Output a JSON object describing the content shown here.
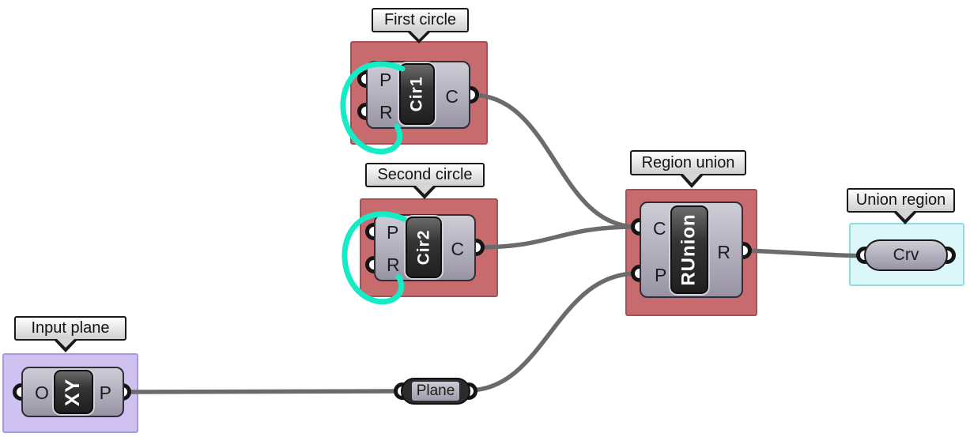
{
  "app": "grasshopper-canvas",
  "colors": {
    "canvas_bg": "#ffffff",
    "group_red": "#c76b6f",
    "group_red_border": "#a85054",
    "group_purple": "#cfc2f0",
    "group_purple_border": "#aa98dd",
    "group_cyan": "#dbf7f9",
    "group_cyan_border": "#8fdce0",
    "wire": "#6b6b6b",
    "annotation": "#14ecc6"
  },
  "bubbles": {
    "first_circle": "First circle",
    "second_circle": "Second circle",
    "region_union": "Region union",
    "union_region": "Union region",
    "input_plane": "Input plane"
  },
  "nodes": {
    "first_circle": {
      "icon": "Cir1",
      "inputs": [
        "P",
        "R"
      ],
      "outputs": [
        "C"
      ]
    },
    "second_circle": {
      "icon": "Cir2",
      "inputs": [
        "P",
        "R"
      ],
      "outputs": [
        "C"
      ]
    },
    "region_union": {
      "icon": "RUnion",
      "inputs": [
        "C",
        "P"
      ],
      "outputs": [
        "R"
      ]
    },
    "input_plane": {
      "icon": "XY",
      "inputs": [
        "O"
      ],
      "outputs": [
        "P"
      ]
    },
    "union_region_param": {
      "label": "Crv"
    },
    "plane_relay": {
      "label": "Plane"
    }
  }
}
